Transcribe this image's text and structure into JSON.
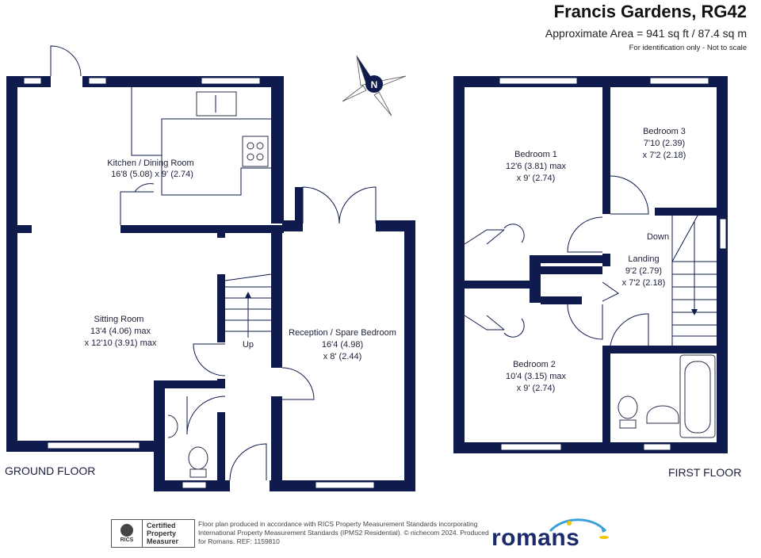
{
  "header": {
    "title": "Francis Gardens, RG42",
    "area": "Approximate Area = 941 sq ft / 87.4 sq m",
    "note": "For identification only - Not to scale"
  },
  "compass": {
    "letter": "N"
  },
  "ground_floor": {
    "label": "GROUND FLOOR",
    "rooms": {
      "kitchen": {
        "name": "Kitchen / Dining Room",
        "dims": "16'8 (5.08) x 9' (2.74)"
      },
      "sitting": {
        "name": "Sitting Room",
        "dims1": "13'4 (4.06) max",
        "dims2": "x 12'10 (3.91) max"
      },
      "reception": {
        "name": "Reception / Spare Bedroom",
        "dims1": "16'4 (4.98)",
        "dims2": "x 8' (2.44)"
      }
    },
    "stairs_label": "Up"
  },
  "first_floor": {
    "label": "FIRST FLOOR",
    "rooms": {
      "bedroom1": {
        "name": "Bedroom 1",
        "dims1": "12'6 (3.81) max",
        "dims2": "x 9' (2.74)"
      },
      "bedroom2": {
        "name": "Bedroom 2",
        "dims1": "10'4 (3.15) max",
        "dims2": "x 9' (2.74)"
      },
      "bedroom3": {
        "name": "Bedroom 3",
        "dims1": "7'10 (2.39)",
        "dims2": "x 7'2 (2.18)"
      },
      "landing": {
        "name": "Landing",
        "dims1": "9'2 (2.79)",
        "dims2": "x 7'2 (2.18)"
      }
    },
    "stairs_label": "Down"
  },
  "footer": {
    "rics_logo_text": "RICS",
    "cert_line1": "Certified",
    "cert_line2": "Property",
    "cert_line3": "Measurer",
    "disclaimer": "Floor plan produced in accordance with RICS Property Measurement Standards incorporating International Property Measurement Standards (IPMS2 Residential).  © nichecom 2024. Produced for Romans.   REF:  1159810",
    "brand": "romans"
  },
  "colors": {
    "wall": "#0f1a4d",
    "brand": "#1b2a6b",
    "swoosh": "#3aa0d8"
  }
}
